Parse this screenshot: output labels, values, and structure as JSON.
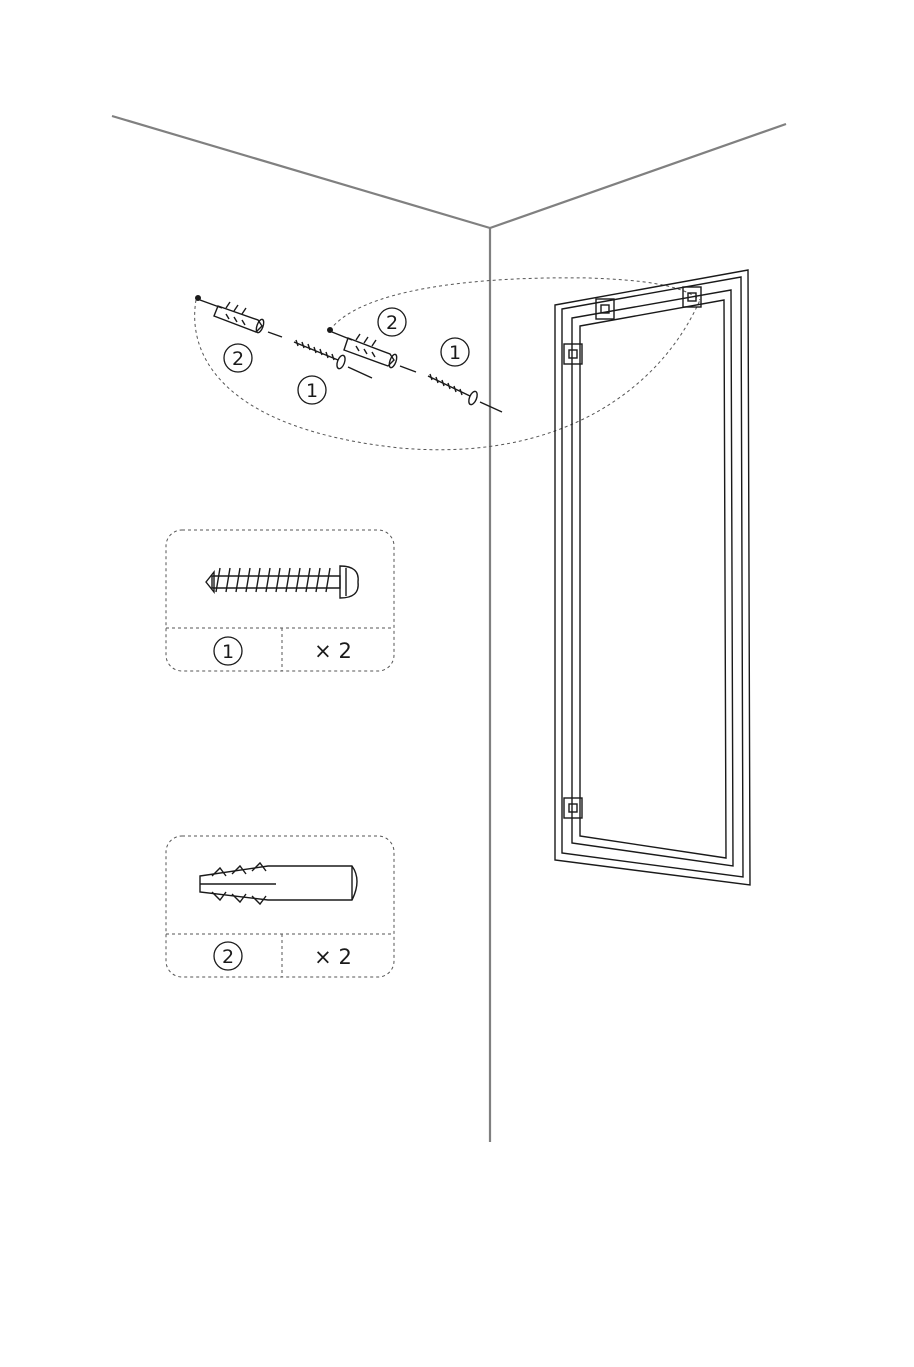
{
  "diagram": {
    "callouts": {
      "screw_number": "1",
      "anchor_number": "2"
    },
    "parts": [
      {
        "name": "screw",
        "number": "1",
        "quantity": "× 2",
        "icon": "screw-icon"
      },
      {
        "name": "wall-anchor",
        "number": "2",
        "quantity": "× 2",
        "icon": "wall-anchor-icon"
      }
    ],
    "colors": {
      "wall_lines": "#808080",
      "ink": "#1a1a1a"
    }
  }
}
